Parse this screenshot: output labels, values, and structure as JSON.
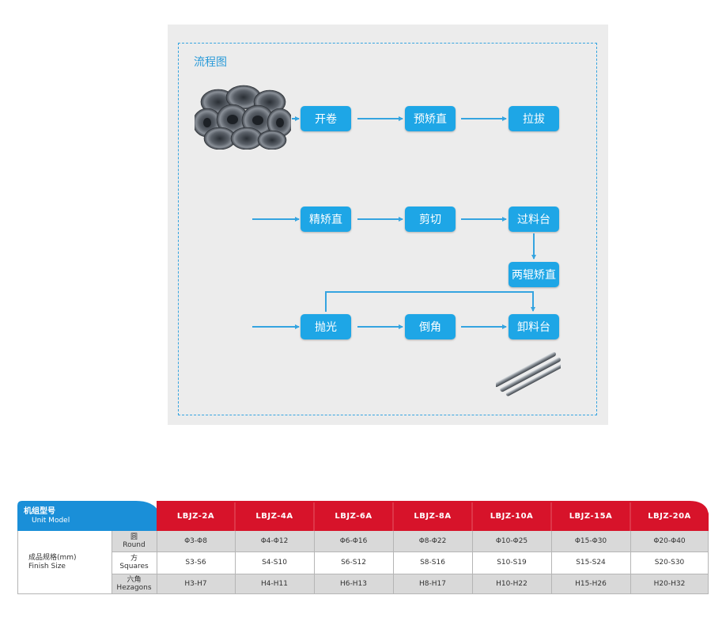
{
  "flow": {
    "title": "流程图",
    "steps": {
      "uncoil": "开卷",
      "pre_straighten": "预矫直",
      "drawing": "拉拔",
      "fine_straighten": "精矫直",
      "cutting": "剪切",
      "transfer_table": "过料台",
      "two_roll_straighten": "两辊矫直",
      "polishing": "抛光",
      "chamfering": "倒角",
      "unloading_table": "卸料台"
    },
    "colors": {
      "step": "#1ea6e6",
      "line": "#35a4e0",
      "panel": "#ececec"
    }
  },
  "spec_table": {
    "header": {
      "label_cn": "机组型号",
      "label_en": "Unit Model"
    },
    "models": [
      "LBJZ-2A",
      "LBJZ-4A",
      "LBJZ-6A",
      "LBJZ-8A",
      "LBJZ-10A",
      "LBJZ-15A",
      "LBJZ-20A"
    ],
    "group_label": {
      "cn": "成品规格(mm)",
      "en": "Finish Size"
    },
    "rows": [
      {
        "label_cn": "圆",
        "label_en": "Round",
        "values": [
          "Φ3-Φ8",
          "Φ4-Φ12",
          "Φ6-Φ16",
          "Φ8-Φ22",
          "Φ10-Φ25",
          "Φ15-Φ30",
          "Φ20-Φ40"
        ]
      },
      {
        "label_cn": "方",
        "label_en": "Squares",
        "values": [
          "S3-S6",
          "S4-S10",
          "S6-S12",
          "S8-S16",
          "S10-S19",
          "S15-S24",
          "S20-S30"
        ]
      },
      {
        "label_cn": "六角",
        "label_en": "Hezagons",
        "values": [
          "H3-H7",
          "H4-H11",
          "H6-H13",
          "H8-H17",
          "H10-H22",
          "H15-H26",
          "H20-H32"
        ]
      }
    ],
    "colors": {
      "header_blue": "#1a8fd8",
      "header_red": "#d7132a",
      "row_grey": "#d9d9d9"
    }
  }
}
